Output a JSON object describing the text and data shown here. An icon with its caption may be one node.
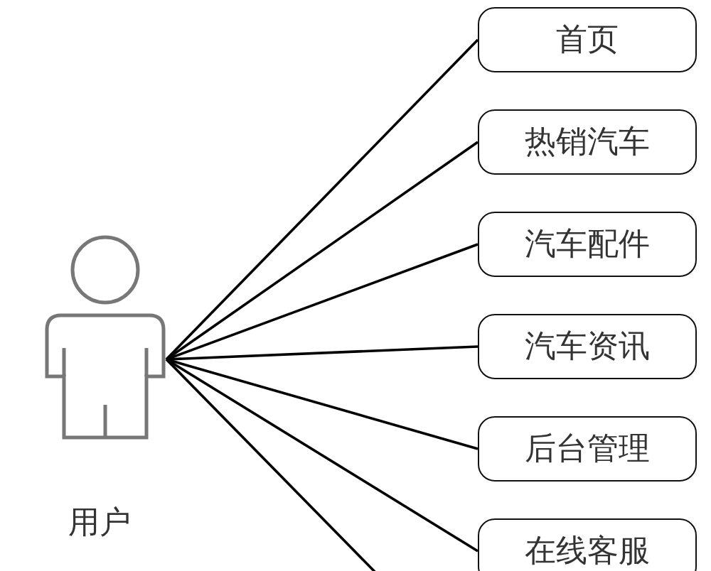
{
  "diagram": {
    "nodes": [
      {
        "text": [
          "用户"
        ]
      },
      {
        "text": [
          "首页"
        ]
      },
      {
        "text": [
          "热销汽车"
        ]
      },
      {
        "text": [
          "汽车配件"
        ]
      },
      {
        "text": [
          "汽车资讯"
        ]
      },
      {
        "text": [
          "后台管理"
        ]
      },
      {
        "text": [
          "在线客服"
        ]
      }
    ],
    "edges": [
      {
        "from": 0,
        "to": 1,
        "arrow": "none"
      },
      {
        "from": 0,
        "to": 2,
        "arrow": "none"
      },
      {
        "from": 0,
        "to": 3,
        "arrow": "none"
      },
      {
        "from": 0,
        "to": 4,
        "arrow": "none"
      },
      {
        "from": 0,
        "to": 5,
        "arrow": "none"
      },
      {
        "from": 0,
        "to": 6,
        "arrow": "none"
      },
      {
        "from": 0,
        "to": null,
        "arrow": "none"
      }
    ]
  }
}
